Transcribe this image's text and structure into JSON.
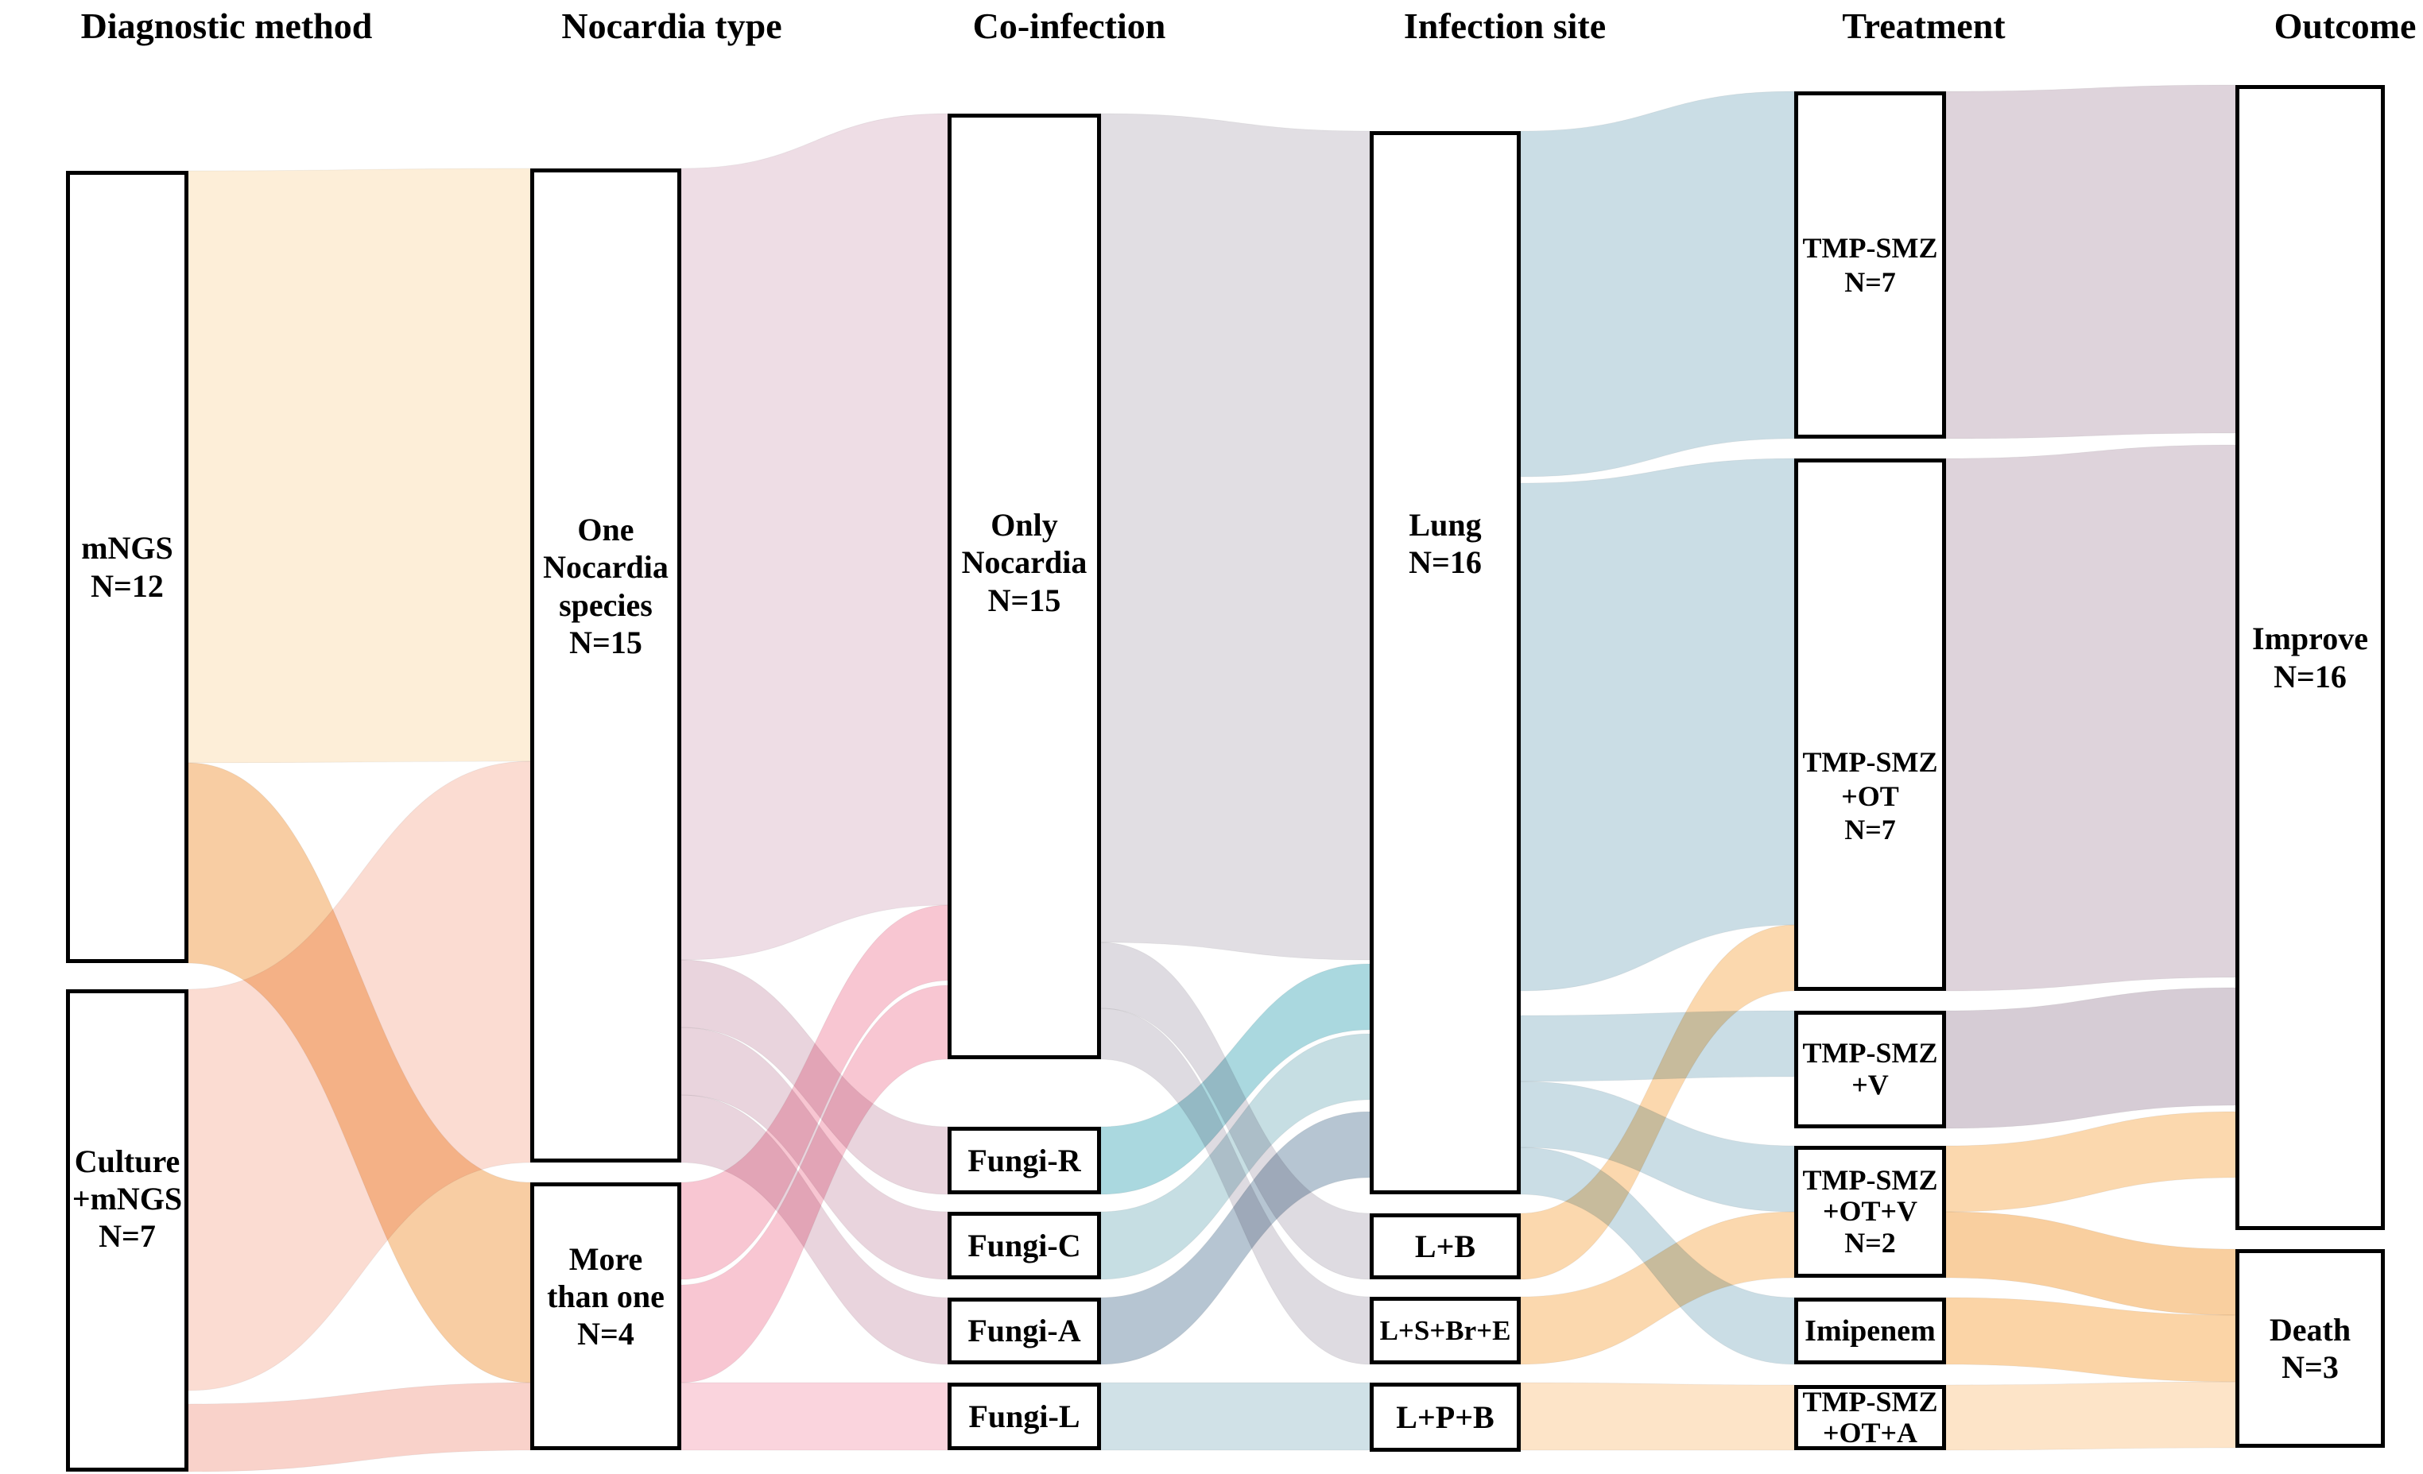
{
  "figure": {
    "kind": "sankey-flow-diagram",
    "background": "#ffffff"
  },
  "columns": [
    {
      "header": "Diagnostic method",
      "nodes": [
        {
          "label": "mNGS\nN=12"
        },
        {
          "label": "Culture\n+mNGS\nN=7"
        }
      ]
    },
    {
      "header": "Nocardia type",
      "nodes": [
        {
          "label": "One\nNocardia\nspecies\nN=15"
        },
        {
          "label": "More\nthan one\nN=4"
        }
      ]
    },
    {
      "header": "Co-infection",
      "nodes": [
        {
          "label": "Only\nNocardia\nN=15"
        },
        {
          "label": "Fungi-R"
        },
        {
          "label": "Fungi-C"
        },
        {
          "label": "Fungi-A"
        },
        {
          "label": "Fungi-L"
        }
      ]
    },
    {
      "header": "Infection site",
      "nodes": [
        {
          "label": "Lung\nN=16"
        },
        {
          "label": "L+B"
        },
        {
          "label": "L+S+Br+E"
        },
        {
          "label": "L+P+B"
        }
      ]
    },
    {
      "header": "Treatment",
      "nodes": [
        {
          "label": "TMP-SMZ\nN=7"
        },
        {
          "label": "TMP-SMZ\n+OT\nN=7"
        },
        {
          "label": "TMP-SMZ\n+V"
        },
        {
          "label": "TMP-SMZ\n+OT+V\nN=2"
        },
        {
          "label": "Imipenem"
        },
        {
          "label": "TMP-SMZ\n+OT+A"
        }
      ]
    },
    {
      "header": "Outcome",
      "nodes": [
        {
          "label": "Improve\nN=16"
        },
        {
          "label": "Death\nN=3"
        }
      ]
    }
  ],
  "palette": {
    "peach": "#fdeed8",
    "orange": "#f8cda3",
    "salmon": "#fbdcd2",
    "rose": "#f9d2ca",
    "mauve": "#eedde5",
    "mauve_thin": "#e9d4dd",
    "pink": "#f8c6d2",
    "pink_light": "#fad4dd",
    "gray": "#e1dee3",
    "gray2": "#dedbe1",
    "teal": "#aad8df",
    "teal_light": "#c6dee3",
    "slate": "#b6c5d2",
    "blue_pale": "#d0e1e7",
    "blue": "#cadde5",
    "orange_mid": "#fbd8ae",
    "peach_deep": "#fde4c8",
    "mauve_out": "#ded3db",
    "gray_mauve": "#d6ccd5",
    "orange_warm": "#f9cf9f",
    "orange_soft": "#fbd4a6",
    "node_border": "#000000",
    "node_fill": "#ffffff"
  },
  "chart_data": {
    "type": "sankey",
    "title": "",
    "columns": [
      "Diagnostic method",
      "Nocardia type",
      "Co-infection",
      "Infection site",
      "Treatment",
      "Outcome"
    ],
    "nodes": [
      {
        "column": "Diagnostic method",
        "name": "mNGS",
        "n": 12
      },
      {
        "column": "Diagnostic method",
        "name": "Culture+mNGS",
        "n": 7
      },
      {
        "column": "Nocardia type",
        "name": "One Nocardia species",
        "n": 15
      },
      {
        "column": "Nocardia type",
        "name": "More than one",
        "n": 4
      },
      {
        "column": "Co-infection",
        "name": "Only Nocardia",
        "n": 15
      },
      {
        "column": "Co-infection",
        "name": "Fungi-R",
        "n": 1
      },
      {
        "column": "Co-infection",
        "name": "Fungi-C",
        "n": 1
      },
      {
        "column": "Co-infection",
        "name": "Fungi-A",
        "n": 1
      },
      {
        "column": "Co-infection",
        "name": "Fungi-L",
        "n": 1
      },
      {
        "column": "Infection site",
        "name": "Lung",
        "n": 16
      },
      {
        "column": "Infection site",
        "name": "L+B",
        "n": 1
      },
      {
        "column": "Infection site",
        "name": "L+S+Br+E",
        "n": 1
      },
      {
        "column": "Infection site",
        "name": "L+P+B",
        "n": 1
      },
      {
        "column": "Treatment",
        "name": "TMP-SMZ",
        "n": 7
      },
      {
        "column": "Treatment",
        "name": "TMP-SMZ+OT",
        "n": 7
      },
      {
        "column": "Treatment",
        "name": "TMP-SMZ+V",
        "n": 1
      },
      {
        "column": "Treatment",
        "name": "TMP-SMZ+OT+V",
        "n": 2
      },
      {
        "column": "Treatment",
        "name": "Imipenem",
        "n": 1
      },
      {
        "column": "Treatment",
        "name": "TMP-SMZ+OT+A",
        "n": 1
      },
      {
        "column": "Outcome",
        "name": "Improve",
        "n": 16
      },
      {
        "column": "Outcome",
        "name": "Death",
        "n": 3
      }
    ],
    "links": [
      {
        "source": "mNGS",
        "target": "One Nocardia species",
        "value": 9
      },
      {
        "source": "mNGS",
        "target": "More than one",
        "value": 3
      },
      {
        "source": "Culture+mNGS",
        "target": "One Nocardia species",
        "value": 6
      },
      {
        "source": "Culture+mNGS",
        "target": "More than one",
        "value": 1
      },
      {
        "source": "One Nocardia species",
        "target": "Only Nocardia",
        "value": 12
      },
      {
        "source": "One Nocardia species",
        "target": "Fungi-R",
        "value": 1
      },
      {
        "source": "One Nocardia species",
        "target": "Fungi-C",
        "value": 1
      },
      {
        "source": "One Nocardia species",
        "target": "Fungi-A",
        "value": 1
      },
      {
        "source": "More than one",
        "target": "Only Nocardia",
        "value": 3
      },
      {
        "source": "More than one",
        "target": "Fungi-L",
        "value": 1
      },
      {
        "source": "Only Nocardia",
        "target": "Lung",
        "value": 13
      },
      {
        "source": "Only Nocardia",
        "target": "L+B",
        "value": 1
      },
      {
        "source": "Only Nocardia",
        "target": "L+S+Br+E",
        "value": 1
      },
      {
        "source": "Fungi-R",
        "target": "Lung",
        "value": 1
      },
      {
        "source": "Fungi-C",
        "target": "Lung",
        "value": 1
      },
      {
        "source": "Fungi-A",
        "target": "Lung",
        "value": 1
      },
      {
        "source": "Fungi-L",
        "target": "L+P+B",
        "value": 1
      },
      {
        "source": "Lung",
        "target": "TMP-SMZ",
        "value": 7
      },
      {
        "source": "Lung",
        "target": "TMP-SMZ+OT",
        "value": 6
      },
      {
        "source": "Lung",
        "target": "TMP-SMZ+V",
        "value": 1
      },
      {
        "source": "Lung",
        "target": "TMP-SMZ+OT+V",
        "value": 1
      },
      {
        "source": "Lung",
        "target": "Imipenem",
        "value": 1
      },
      {
        "source": "L+B",
        "target": "TMP-SMZ+OT",
        "value": 1
      },
      {
        "source": "L+S+Br+E",
        "target": "TMP-SMZ+OT+V",
        "value": 1
      },
      {
        "source": "L+P+B",
        "target": "TMP-SMZ+OT+A",
        "value": 1
      },
      {
        "source": "TMP-SMZ",
        "target": "Improve",
        "value": 7
      },
      {
        "source": "TMP-SMZ+OT",
        "target": "Improve",
        "value": 7
      },
      {
        "source": "TMP-SMZ+V",
        "target": "Improve",
        "value": 1
      },
      {
        "source": "TMP-SMZ+OT+V",
        "target": "Improve",
        "value": 1
      },
      {
        "source": "TMP-SMZ+OT+V",
        "target": "Death",
        "value": 1
      },
      {
        "source": "Imipenem",
        "target": "Death",
        "value": 1
      },
      {
        "source": "TMP-SMZ+OT+A",
        "target": "Death",
        "value": 1
      }
    ],
    "legend_position": "none",
    "grid": false
  }
}
